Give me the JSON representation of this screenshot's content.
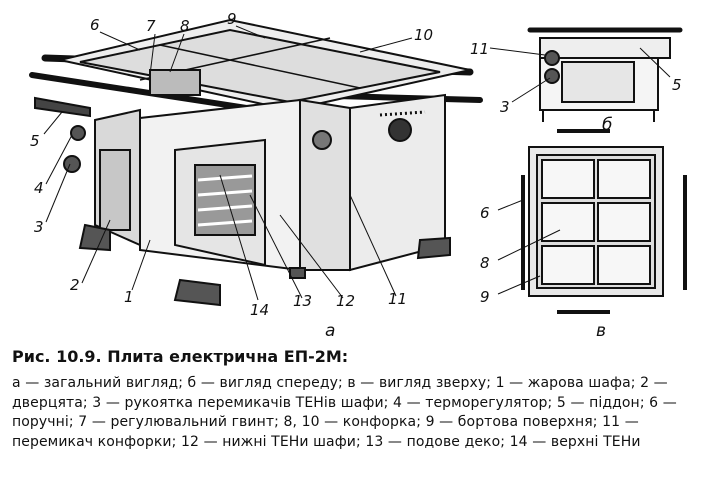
{
  "figure": {
    "labels": {
      "n1": "1",
      "n2": "2",
      "n3": "3",
      "n4": "4",
      "n5": "5",
      "n6": "6",
      "n7": "7",
      "n8": "8",
      "n9": "9",
      "n10": "10",
      "n11": "11",
      "n12": "12",
      "n13": "13",
      "n14": "14",
      "b11": "11",
      "b5": "5",
      "b3": "3",
      "c6": "6",
      "c8": "8",
      "c9": "9"
    },
    "subfigures": {
      "a": "а",
      "b": "б",
      "c": "в"
    }
  },
  "caption": {
    "title": "Рис. 10.9. Плита електрична ЕП-2М:",
    "text": "а — загальний вигляд; б — вигляд спереду; в — вигляд зверху; 1 — жарова шафа; 2 — дверцята; 3 — рукоятка перемикачів ТЕНів шафи; 4 — терморегулятор; 5 — піддон; 6 — поручні; 7 — регулювальний гвинт; 8, 10 — конфорка; 9 — бортова поверхня; 11 — перемикач конфорки; 12 — нижні ТЕНи шафи; 13 — подове деко; 14 — верхні ТЕНи"
  }
}
